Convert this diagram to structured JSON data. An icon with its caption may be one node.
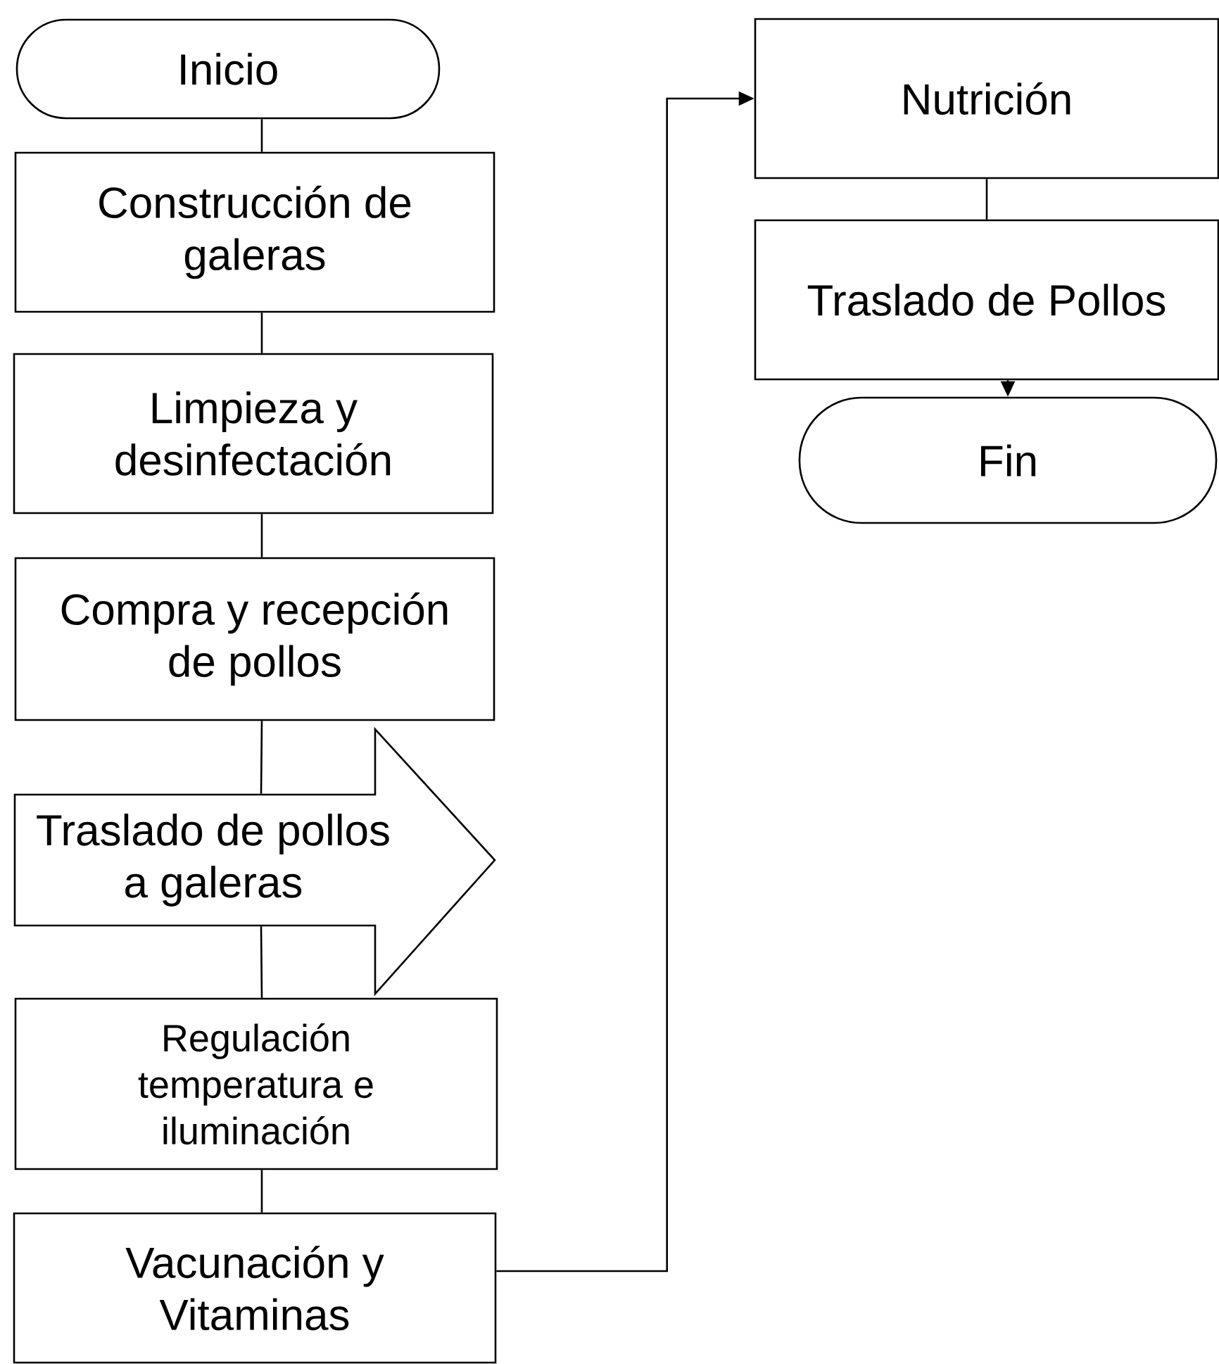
{
  "diagram": {
    "nodes": [
      {
        "text": [
          "Inicio"
        ]
      },
      {
        "text": [
          "Construcción de galeras"
        ]
      },
      {
        "text": [
          "Limpieza y desinfectación"
        ]
      },
      {
        "text": [
          "Compra y recepción de pollos"
        ]
      },
      {
        "text": [
          "Traslado de pollos a galeras"
        ]
      },
      {
        "text": [
          "Regulación temperatura e iluminación"
        ]
      },
      {
        "text": [
          "Vacunación y Vitaminas"
        ]
      },
      {
        "text": [
          "Nutrición"
        ]
      },
      {
        "text": [
          "Traslado de Pollos"
        ]
      },
      {
        "text": [
          "Fin"
        ]
      }
    ],
    "edges": [
      {
        "from": 0,
        "to": 1,
        "arrow": "none"
      },
      {
        "from": 1,
        "to": 2,
        "arrow": "none"
      },
      {
        "from": 2,
        "to": 3,
        "arrow": "none"
      },
      {
        "from": 3,
        "to": 4,
        "arrow": "none"
      },
      {
        "from": 4,
        "to": 5,
        "arrow": "none"
      },
      {
        "from": 5,
        "to": 6,
        "arrow": "none"
      },
      {
        "from": 6,
        "to": 7,
        "arrow": "to"
      },
      {
        "from": 7,
        "to": 8,
        "arrow": "none"
      },
      {
        "from": 8,
        "to": 9,
        "arrow": "to"
      }
    ]
  }
}
